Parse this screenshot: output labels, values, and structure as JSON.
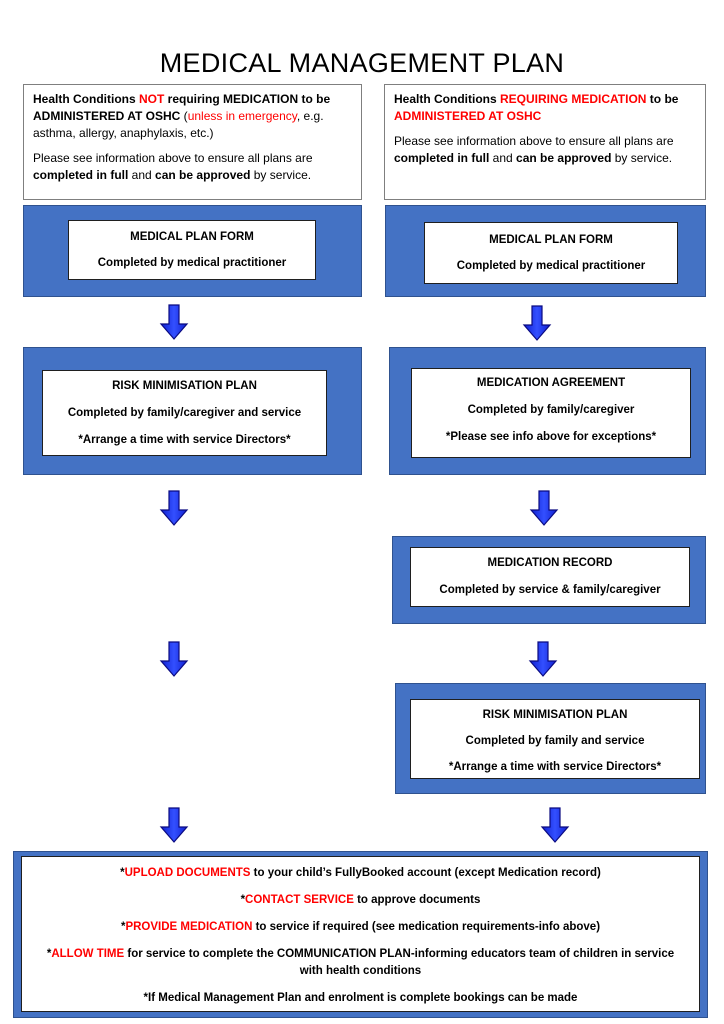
{
  "title": "MEDICAL MANAGEMENT PLAN",
  "left_intro": {
    "l1a": "Health Conditions ",
    "l1b": "NOT",
    "l1c": " requiring MEDICATION to be",
    "l2a": "ADMINISTERED AT OSHC",
    "l2b": " (",
    "l2c": "unless in emergency",
    "l2d": ", e.g.",
    "l3": "asthma, allergy, anaphylaxis, etc.)",
    "p2a": "Please see information above to ensure all plans are",
    "p2b": "completed in full",
    "p2c": " and ",
    "p2d": "can be approved",
    "p2e": " by service."
  },
  "right_intro": {
    "l1a": "Health Conditions ",
    "l1b": "REQUIRING MEDICATION",
    "l1c": " to be",
    "l2": "ADMINISTERED AT OSHC",
    "p2a": "Please see information above to ensure all plans are",
    "p2b": "completed in full",
    "p2c": " and ",
    "p2d": "can be approved",
    "p2e": " by service."
  },
  "left_steps": [
    {
      "title": "MEDICAL PLAN FORM",
      "sub": "Completed by medical practitioner"
    },
    {
      "title": "RISK MINIMISATION PLAN",
      "sub": "Completed by family/caregiver and service",
      "note": "*Arrange a time with service Directors*"
    }
  ],
  "right_steps": [
    {
      "title": "MEDICAL PLAN FORM",
      "sub": "Completed by medical practitioner"
    },
    {
      "title": "MEDICATION AGREEMENT",
      "sub": "Completed by family/caregiver",
      "note": "*Please see info above for exceptions*"
    },
    {
      "title": "MEDICATION RECORD",
      "sub": "Completed by service & family/caregiver"
    },
    {
      "title": "RISK MINIMISATION PLAN",
      "sub": "Completed by family and service",
      "note": "*Arrange a time with service Directors*"
    }
  ],
  "final": {
    "r1a": "*",
    "r1b": "UPLOAD DOCUMENTS",
    "r1c": " to your child’s FullyBooked account (except Medication record)",
    "r2a": "*",
    "r2b": "CONTACT SERVICE",
    "r2c": " to approve documents",
    "r3a": "*",
    "r3b": "PROVIDE MEDICATION",
    "r3c": " to service if required (see medication requirements-info above)",
    "r4a": "*",
    "r4b": "ALLOW TIME",
    "r4c": " for service to complete the COMMUNICATION PLAN-informing educators team of children in service",
    "r4d": "with health conditions",
    "r5": "*If Medical Management Plan and enrolment is complete bookings can be made"
  },
  "colors": {
    "panel": "#4472c4",
    "arrow": "#1f3cff",
    "accent": "#ff0000"
  }
}
